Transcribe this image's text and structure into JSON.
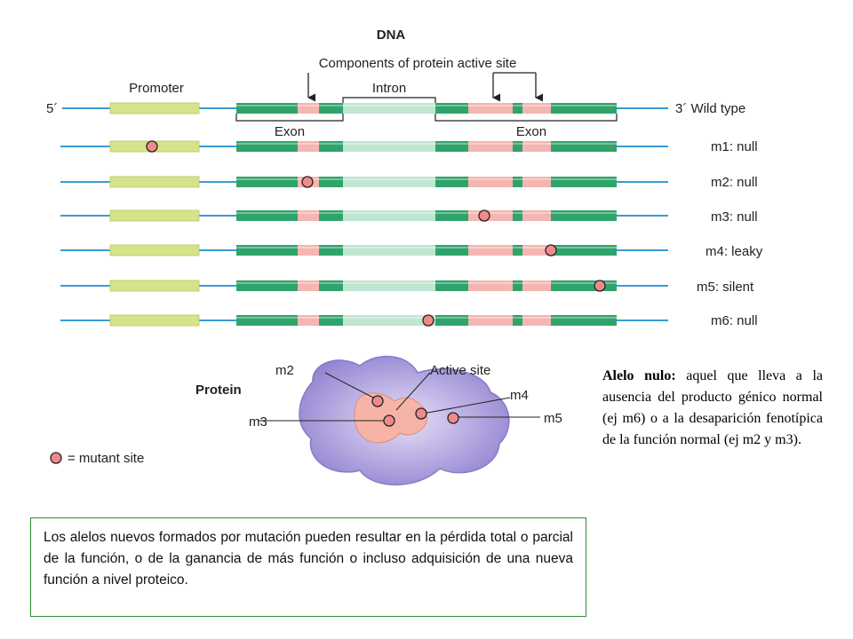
{
  "diagram": {
    "title": "DNA",
    "components_label": "Components of protein active site",
    "promoter_label": "Promoter",
    "intron_label": "Intron",
    "exon_label": "Exon",
    "five_prime_label": "5´",
    "three_prime_label": "3´ Wild type",
    "alleles": [
      {
        "label": "m1: null"
      },
      {
        "label": "m2: null"
      },
      {
        "label": "m3: null"
      },
      {
        "label": "m4: leaky"
      },
      {
        "label": "m5: silent"
      },
      {
        "label": "m6: null"
      }
    ],
    "protein_label": "Protein",
    "active_site_label": "Active site",
    "protein_marks": [
      "m2",
      "m3",
      "m4",
      "m5"
    ],
    "legend_label": "= mutant site",
    "colors": {
      "dna_line": "#3a9bd5",
      "promoter": "#d6e38a",
      "exon": "#2fa36b",
      "intron": "#bfe6d2",
      "active_component": "#f4b6b0",
      "mutant_site": "#f08a8a",
      "protein": "#a99bd6"
    }
  },
  "definition": {
    "term": "Alelo nulo:",
    "text": "aquel que lleva a la ausencia del producto génico normal (ej m6) o a la desaparición fenotípica de la función normal  (ej m2 y m3)."
  },
  "summary": {
    "text": "Los alelos nuevos formados por mutación pueden resultar en la pérdida total o parcial de la función, o de la ganancia de más función o incluso adquisición de una nueva función a nivel proteico."
  }
}
